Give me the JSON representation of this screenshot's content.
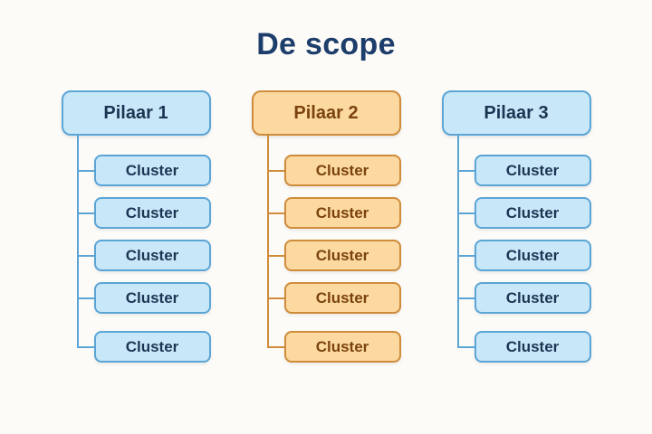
{
  "title": "De scope",
  "colors": {
    "background": "#fdfbf8",
    "title_text": "#1d3e6b",
    "blue_fill": "#c8e8f9",
    "blue_border": "#5ba5d6",
    "blue_text": "#1d3554",
    "orange_fill": "#fbd9a0",
    "orange_border": "#cf8c3a",
    "orange_text": "#7c430e"
  },
  "columns": [
    {
      "label": "Pilaar 1",
      "theme": "blue",
      "clusters": [
        "Cluster",
        "Cluster",
        "Cluster",
        "Cluster",
        "Cluster"
      ]
    },
    {
      "label": "Pilaar 2",
      "theme": "orange",
      "clusters": [
        "Cluster",
        "Cluster",
        "Cluster",
        "Cluster",
        "Cluster"
      ]
    },
    {
      "label": "Pilaar 3",
      "theme": "blue",
      "clusters": [
        "Cluster",
        "Cluster",
        "Cluster",
        "Cluster",
        "Cluster"
      ]
    }
  ]
}
